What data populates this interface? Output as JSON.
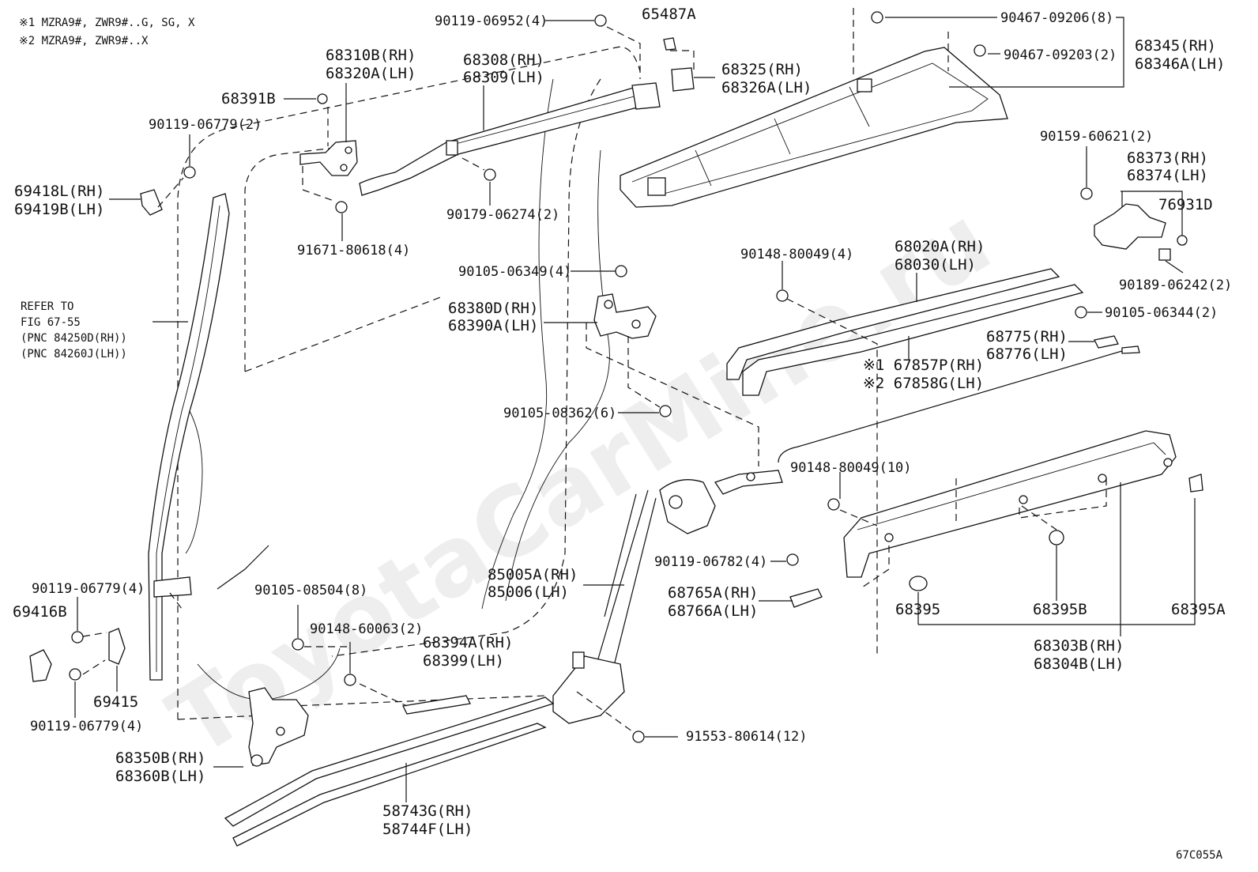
{
  "notes": {
    "note1": "※1 MZRA9#, ZWR9#..G, SG, X",
    "note2": "※2 MZRA9#, ZWR9#..X"
  },
  "watermark": "ToyotaCarMine.ru",
  "figure_code": "67C055A",
  "refer": {
    "line1": "REFER TO",
    "line2": "FIG 67-55",
    "line3": "(PNC 84250D(RH))",
    "line4": "(PNC 84260J(LH))"
  },
  "labels": {
    "p90119_06952": "90119-06952(4)",
    "p65487A": "65487A",
    "p90467_09206": "90467-09206(8)",
    "p90467_09203": "90467-09203(2)",
    "p68345": "68345(RH)",
    "p68346A": "68346A(LH)",
    "p68310B": "68310B(RH)",
    "p68320A": "68320A(LH)",
    "p68308": "68308(RH)",
    "p68309": "68309(LH)",
    "p68325": "68325(RH)",
    "p68326A": "68326A(LH)",
    "p68391B": "68391B",
    "p90119_06779_2": "90119-06779(2)",
    "p69418L": "69418L(RH)",
    "p69419B": "69419B(LH)",
    "p90179_06274": "90179-06274(2)",
    "p91671_80618": "91671-80618(4)",
    "p90159_60621": "90159-60621(2)",
    "p68373": "68373(RH)",
    "p68374": "68374(LH)",
    "p76931D": "76931D",
    "p90189_06242": "90189-06242(2)",
    "p90148_80049_4": "90148-80049(4)",
    "p68020A": "68020A(RH)",
    "p68030": "68030(LH)",
    "p90105_06349": "90105-06349(4)",
    "p68380D": "68380D(RH)",
    "p68390A": "68390A(LH)",
    "p90105_06344": "90105-06344(2)",
    "p68775": "68775(RH)",
    "p68776": "68776(LH)",
    "p67857P": "※1 67857P(RH)",
    "p67858G": "※2 67858G(LH)",
    "p90105_08362": "90105-08362(6)",
    "p90148_80049_10": "90148-80049(10)",
    "p90119_06782": "90119-06782(4)",
    "p85005A": "85005A(RH)",
    "p85006": "85006(LH)",
    "p68765A": "68765A(RH)",
    "p68766A": "68766A(LH)",
    "p90119_06779_4a": "90119-06779(4)",
    "p69416B": "69416B",
    "p90105_08504": "90105-08504(8)",
    "p90148_60063": "90148-60063(2)",
    "p68394A": "68394A(RH)",
    "p68399": "68399(LH)",
    "p68395": "68395",
    "p68395B": "68395B",
    "p68395A": "68395A",
    "p68303B": "68303B(RH)",
    "p68304B": "68304B(LH)",
    "p69415": "69415",
    "p90119_06779_4b": "90119-06779(4)",
    "p91553_80614": "91553-80614(12)",
    "p68350B": "68350B(RH)",
    "p68360B": "68360B(LH)",
    "p58743G": "58743G(RH)",
    "p58744F": "58744F(LH)"
  }
}
